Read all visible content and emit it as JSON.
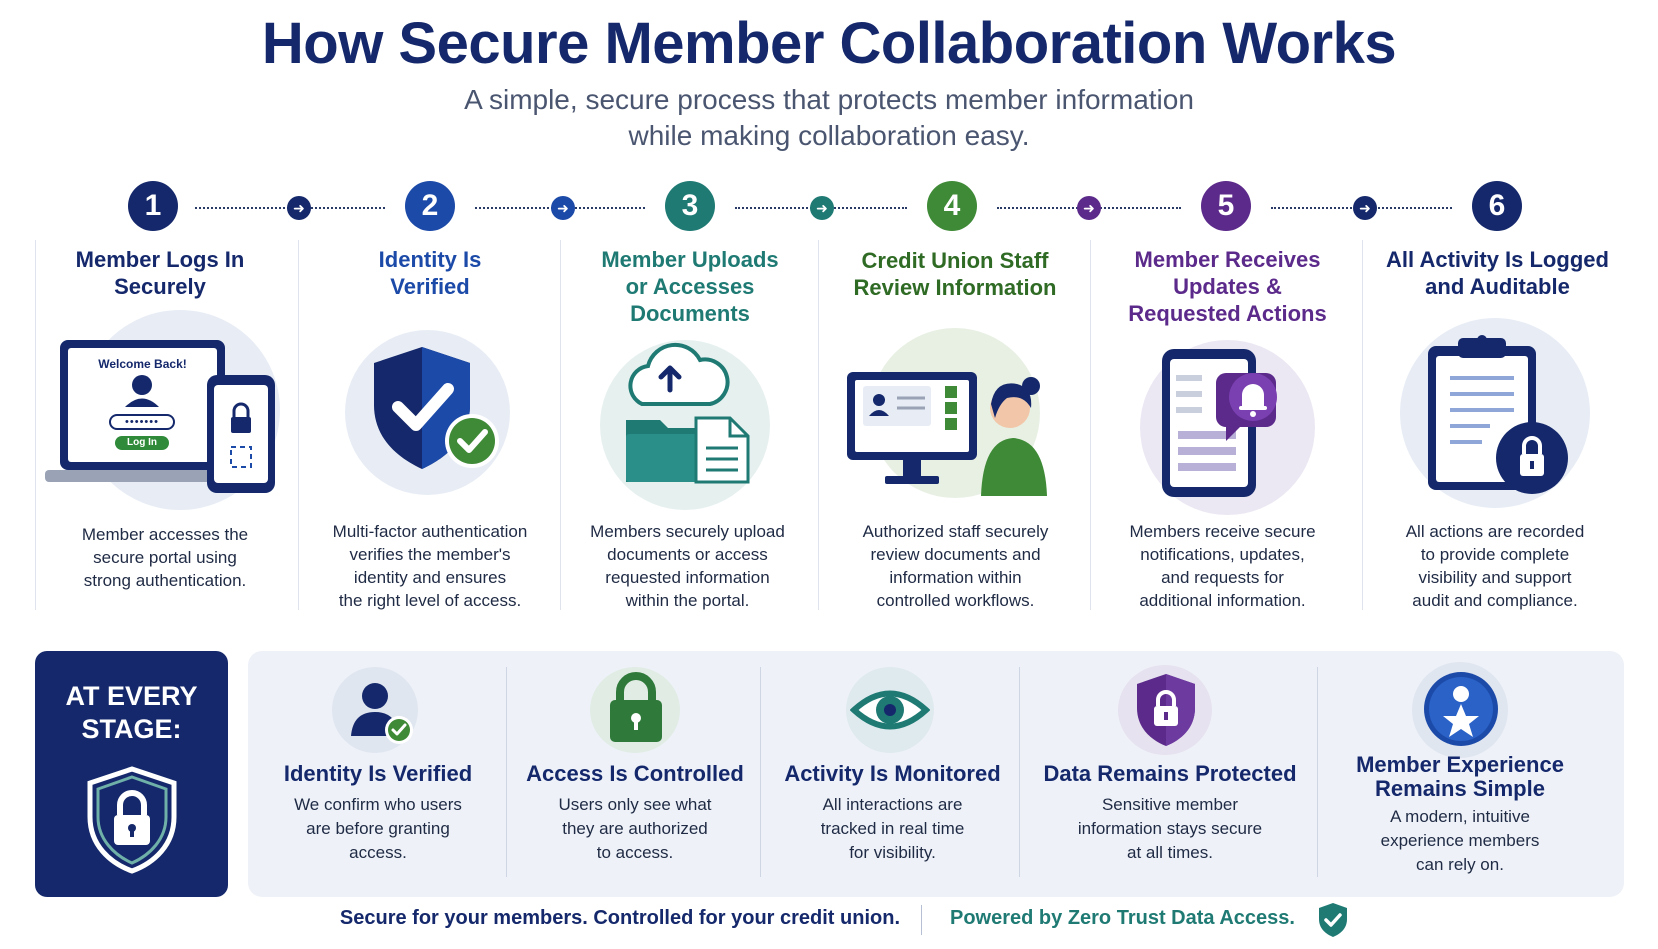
{
  "header": {
    "title": "How Secure Member Collaboration Works",
    "subtitle_line1": "A simple, secure process that protects member information",
    "subtitle_line2": "while making collaboration easy."
  },
  "colors": {
    "navy": "#14286b",
    "blue": "#1c4aa8",
    "teal": "#1f7a74",
    "green": "#2f7a2f",
    "purple": "#5b2a8a",
    "check_green": "#3f8a36"
  },
  "steps": [
    {
      "number": "1",
      "title_line1": "Member Logs In",
      "title_line2": "Securely",
      "title_line3": "",
      "desc": [
        "Member accesses the",
        "secure portal using",
        "strong authentication."
      ],
      "icon": "laptop-phone-login-icon",
      "laptop_text": "Welcome Back!",
      "button_text": "Log In",
      "password_mask": "•••••••"
    },
    {
      "number": "2",
      "title_line1": "Identity Is",
      "title_line2": "Verified",
      "title_line3": "",
      "desc": [
        "Multi-factor authentication",
        "verifies the member's",
        "identity and ensures",
        "the right level of access."
      ],
      "icon": "shield-check-icon"
    },
    {
      "number": "3",
      "title_line1": "Member Uploads",
      "title_line2": "or Accesses",
      "title_line3": "Documents",
      "desc": [
        "Members securely upload",
        "documents or access",
        "requested information",
        "within the portal."
      ],
      "icon": "cloud-upload-folder-icon"
    },
    {
      "number": "4",
      "title_line1": "Credit Union Staff",
      "title_line2": "Review Information",
      "title_line3": "",
      "desc": [
        "Authorized staff securely",
        "review documents and",
        "information within",
        "controlled workflows."
      ],
      "icon": "staff-monitor-review-icon"
    },
    {
      "number": "5",
      "title_line1": "Member Receives",
      "title_line2": "Updates &",
      "title_line3": "Requested Actions",
      "desc": [
        "Members receive secure",
        "notifications, updates,",
        "and requests for",
        "additional information."
      ],
      "icon": "phone-notification-bell-icon"
    },
    {
      "number": "6",
      "title_line1": "All Activity Is Logged",
      "title_line2": "and Auditable",
      "title_line3": "",
      "desc": [
        "All actions are recorded",
        "to provide complete",
        "visibility and support",
        "audit and compliance."
      ],
      "icon": "clipboard-lock-icon"
    }
  ],
  "every_stage": {
    "line1": "AT EVERY",
    "line2": "STAGE:"
  },
  "features": [
    {
      "title": "Identity Is Verified",
      "title_line2": "",
      "desc": [
        "We confirm who users",
        "are before granting",
        "access."
      ],
      "icon": "user-check-icon"
    },
    {
      "title": "Access Is Controlled",
      "title_line2": "",
      "desc": [
        "Users only see what",
        "they are authorized",
        "to access."
      ],
      "icon": "padlock-icon"
    },
    {
      "title": "Activity Is Monitored",
      "title_line2": "",
      "desc": [
        "All interactions are",
        "tracked in real time",
        "for visibility."
      ],
      "icon": "eye-icon"
    },
    {
      "title": "Data Remains Protected",
      "title_line2": "",
      "desc": [
        "Sensitive member",
        "information stays secure",
        "at all times."
      ],
      "icon": "shield-lock-icon"
    },
    {
      "title": "Member Experience",
      "title_line2": "Remains Simple",
      "desc": [
        "A modern, intuitive",
        "experience members",
        "can rely on."
      ],
      "icon": "member-star-icon"
    }
  ],
  "footer": {
    "left": "Secure for your members. Controlled for your credit union.",
    "right": "Powered by Zero Trust Data Access."
  }
}
